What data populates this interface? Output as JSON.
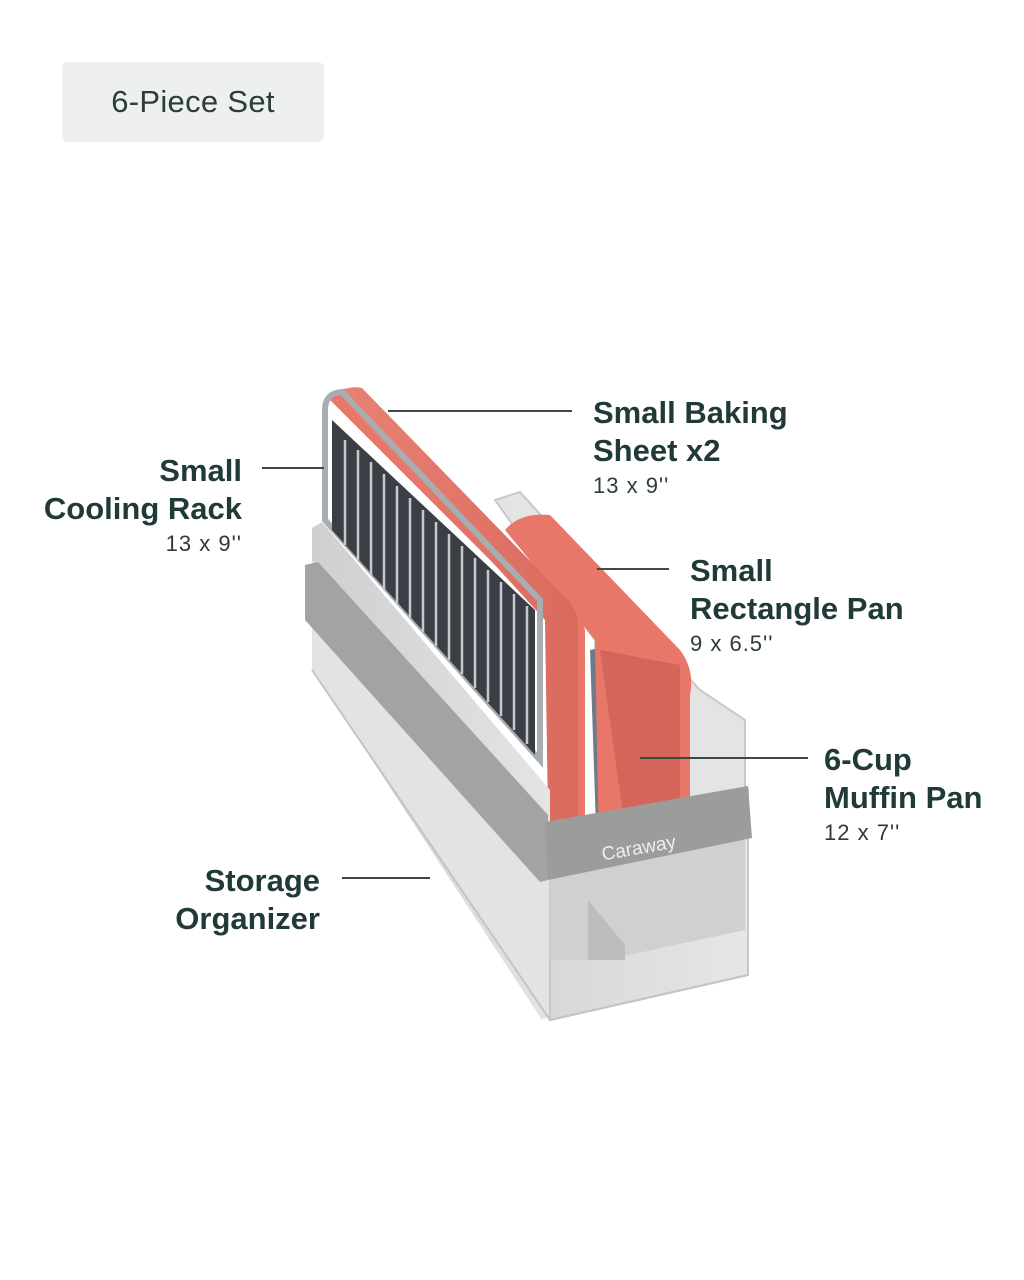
{
  "set_badge": {
    "text": "6-Piece Set"
  },
  "callouts": {
    "baking_sheet": {
      "line1": "Small Baking",
      "line2": "Sheet x2",
      "size": "13 x 9''"
    },
    "cooling_rack": {
      "line1": "Small",
      "line2": "Cooling Rack",
      "size": "13 x 9''"
    },
    "rectangle_pan": {
      "line1": "Small",
      "line2": "Rectangle Pan",
      "size": "9 x 6.5''"
    },
    "muffin_pan": {
      "line1": "6-Cup",
      "line2": "Muffin Pan",
      "size": "12 x 7''"
    },
    "organizer": {
      "line1": "Storage",
      "line2": "Organizer"
    }
  },
  "product": {
    "brand_tag": "Caraway",
    "colors": {
      "coral": "#e8776a",
      "coral_dark": "#c85e52",
      "fabric": "#dcdcdc",
      "strap": "#9b9b9b",
      "slate": "#7d8894"
    }
  }
}
